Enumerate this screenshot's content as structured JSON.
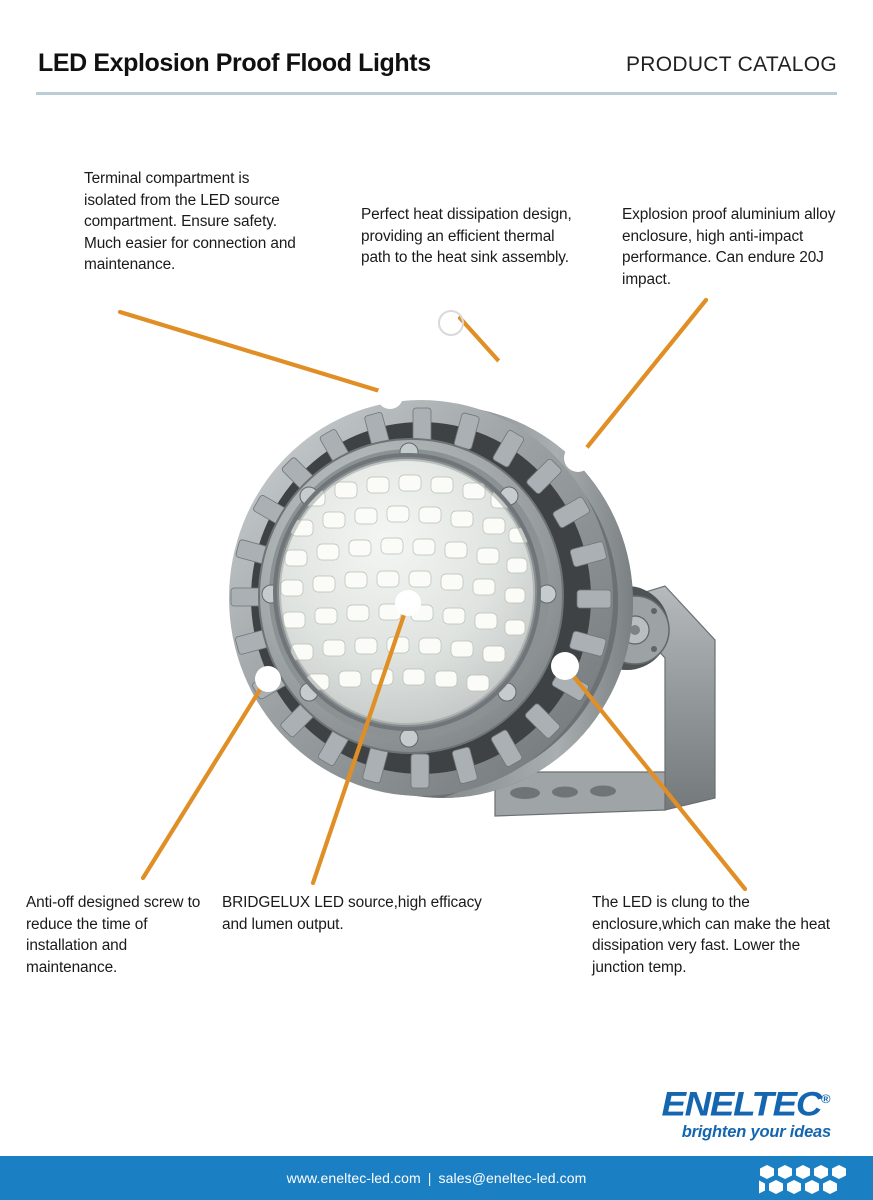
{
  "header": {
    "title": "LED Explosion Proof Flood Lights",
    "catalog_label": "PRODUCT CATALOG",
    "rule_color": "#b9cdd4"
  },
  "callouts": [
    {
      "id": "terminal-compartment",
      "text": "Terminal compartment is isolated from the LED source compartment. Ensure safety. Much easier for connection and maintenance."
    },
    {
      "id": "heat-dissipation",
      "text": "Perfect heat dissipation design, providing an efficient thermal path to the heat sink assembly."
    },
    {
      "id": "explosion-proof-enclosure",
      "text": "Explosion proof aluminium alloy enclosure, high anti-impact performance. Can endure 20J impact."
    },
    {
      "id": "anti-off-screw",
      "text": "Anti-off designed screw to reduce the time of installation and maintenance."
    },
    {
      "id": "bridgelux-led",
      "text": "BRIDGELUX LED source,high efficacy and lumen output."
    },
    {
      "id": "led-clung-enclosure",
      "text": "The LED is clung to the enclosure,which can make the heat dissipation very fast. Lower the junction temp."
    }
  ],
  "product": {
    "name": "LED explosion proof flood light",
    "body_color": "#9ea3a6",
    "fin_shadow_color": "#3c3f42",
    "lens_color": "#dfe3e2",
    "led_color": "#f2f4ee"
  },
  "annotation": {
    "leader_color": "#e08f26",
    "anchor_color": "#ffffff"
  },
  "logo": {
    "word": "ENELTEC",
    "registered": "®",
    "tagline": "brighten your ideas",
    "color": "#1566b0"
  },
  "footer": {
    "website": "www.eneltec-led.com",
    "separator": "|",
    "email": "sales@eneltec-led.com",
    "bar_color": "#1b7fc4",
    "pattern": "honeycomb-hexagons"
  }
}
